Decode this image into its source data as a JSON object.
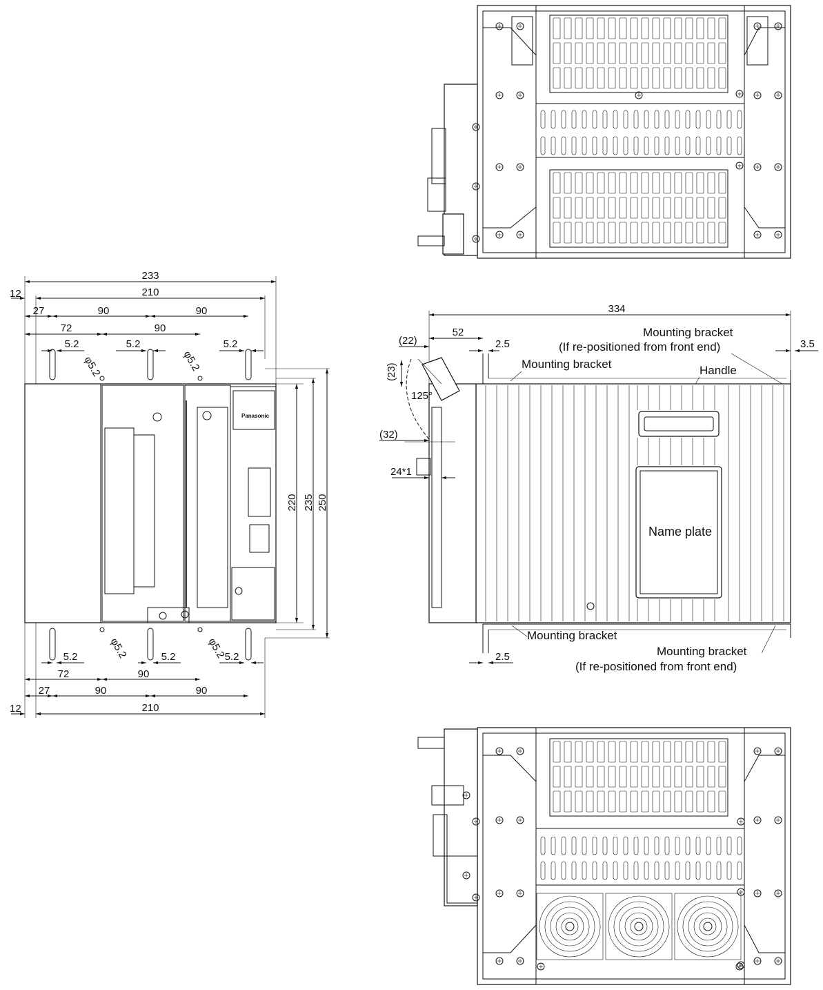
{
  "front_view": {
    "dims": {
      "overall_width": "233",
      "mount_pitch_210": "210",
      "left_offset": "12",
      "offset_27": "27",
      "pitch_90_a": "90",
      "pitch_90_b": "90",
      "offset_72": "72",
      "pitch_90_c": "90",
      "slot_5_2_a": "5.2",
      "slot_5_2_b": "5.2",
      "slot_5_2_c": "5.2",
      "hole_dia_a": "φ5.2",
      "hole_dia_b": "φ5.2",
      "height_220": "220",
      "height_235": "235",
      "height_250": "250",
      "bottom_slot_5_2_a": "5.2",
      "bottom_slot_5_2_b": "5.2",
      "bottom_slot_5_2_c": "5.2",
      "bottom_72": "72",
      "bottom_90_a": "90",
      "bottom_27": "27",
      "bottom_90_b": "90",
      "bottom_90_c": "90",
      "bottom_12": "12",
      "bottom_210": "210",
      "bottom_hole_dia_a": "φ5.2",
      "bottom_hole_dia_b": "φ5.2"
    },
    "brand_text": "Panasonic"
  },
  "side_view": {
    "dims": {
      "depth_334": "334",
      "offset_52": "52",
      "paren_22": "(22)",
      "paren_23": "(23)",
      "angle_125": "125°",
      "paren_32": "(32)",
      "cover_24": "24*1",
      "gap_2_5_top": "2.5",
      "gap_3_5": "3.5",
      "gap_2_5_bottom": "2.5"
    },
    "labels": {
      "mounting_bracket_top_rear": "Mounting bracket",
      "front_end_note_top": "(If re-positioned from front end)",
      "mounting_bracket_top": "Mounting bracket",
      "handle": "Handle",
      "name_plate": "Name plate",
      "mounting_bracket_bottom": "Mounting bracket",
      "mounting_bracket_bottom_rear": "Mounting bracket",
      "front_end_note_bottom": "(If re-positioned from front end)"
    }
  }
}
